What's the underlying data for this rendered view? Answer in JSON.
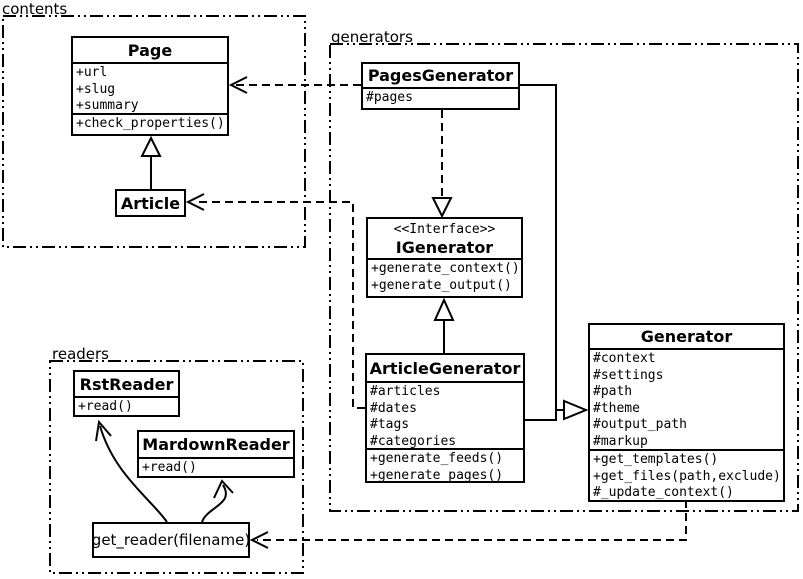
{
  "diagram": {
    "packages": {
      "contents": {
        "label": "contents"
      },
      "generators": {
        "label": "generators"
      },
      "readers": {
        "label": "readers"
      }
    },
    "classes": {
      "page": {
        "title": "Page",
        "attributes": [
          "+url",
          "+slug",
          "+summary"
        ],
        "methods": [
          "+check_properties()"
        ]
      },
      "article": {
        "title": "Article"
      },
      "pages_generator": {
        "title": "PagesGenerator",
        "attributes": [
          "#pages"
        ]
      },
      "igenerator": {
        "stereotype": "<<Interface>>",
        "title": "IGenerator",
        "methods": [
          "+generate_context()",
          "+generate_output()"
        ]
      },
      "article_generator": {
        "title": "ArticleGenerator",
        "attributes": [
          "#articles",
          "#dates",
          "#tags",
          "#categories"
        ],
        "methods": [
          "+generate_feeds()",
          "+generate_pages()"
        ]
      },
      "generator": {
        "title": "Generator",
        "attributes": [
          "#context",
          "#settings",
          "#path",
          "#theme",
          "#output_path",
          "#markup"
        ],
        "methods": [
          "+get_templates()",
          "+get_files(path,exclude)",
          "#_update_context()"
        ]
      },
      "rst_reader": {
        "title": "RstReader",
        "methods": [
          "+read()"
        ]
      },
      "mardown_reader": {
        "title": "MardownReader",
        "methods": [
          "+read()"
        ]
      },
      "get_reader": {
        "title": "get_reader(filename)"
      }
    },
    "relationships": [
      {
        "from": "Article",
        "to": "Page",
        "type": "generalization"
      },
      {
        "from": "PagesGenerator",
        "to": "Page",
        "type": "dependency"
      },
      {
        "from": "ArticleGenerator",
        "to": "Article",
        "type": "dependency"
      },
      {
        "from": "PagesGenerator",
        "to": "IGenerator",
        "type": "realization"
      },
      {
        "from": "ArticleGenerator",
        "to": "IGenerator",
        "type": "generalization"
      },
      {
        "from": "PagesGenerator",
        "to": "Generator",
        "type": "generalization"
      },
      {
        "from": "ArticleGenerator",
        "to": "Generator",
        "type": "generalization"
      },
      {
        "from": "Generator",
        "to": "get_reader(filename)",
        "type": "dependency"
      },
      {
        "from": "get_reader(filename)",
        "to": "RstReader",
        "type": "call"
      },
      {
        "from": "get_reader(filename)",
        "to": "MardownReader",
        "type": "call"
      }
    ],
    "colors": {
      "stroke": "#000000",
      "background": "#ffffff",
      "box_fill": "#ffffff"
    }
  }
}
